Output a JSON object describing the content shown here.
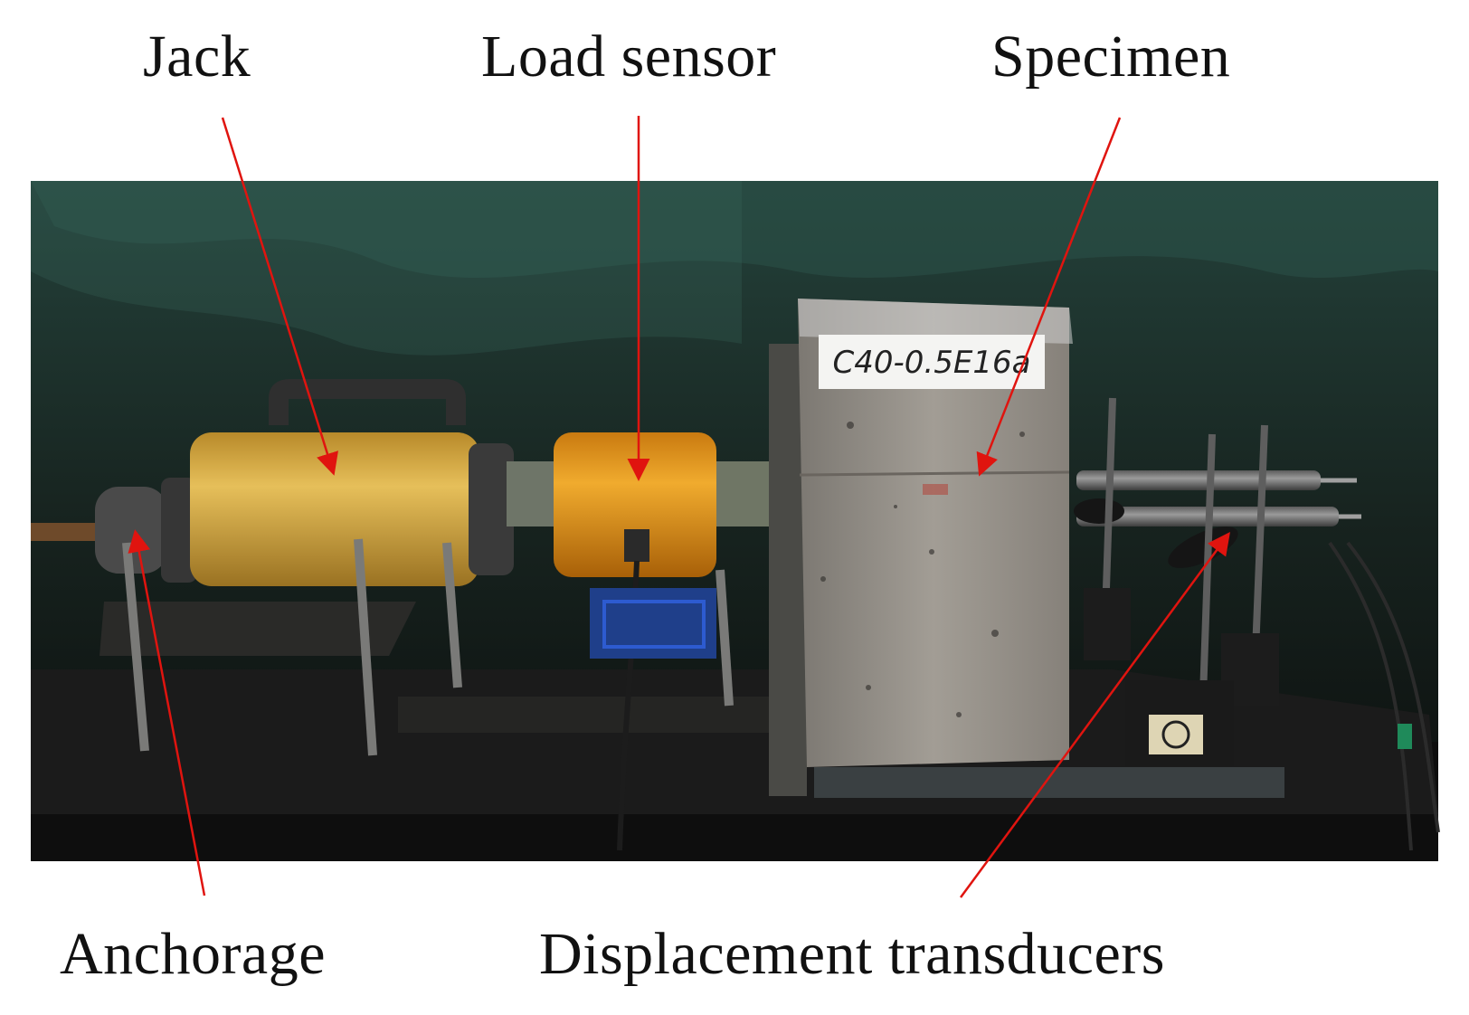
{
  "labels": {
    "jack": "Jack",
    "load_sensor": "Load sensor",
    "specimen": "Specimen",
    "anchorage": "Anchorage",
    "displacement_transducers": "Displacement transducers"
  },
  "specimen_tag": "C40-0.5E16a",
  "colors": {
    "annotation": "#e0140f",
    "jack_body": "#d8a83a",
    "load_sensor_body": "#e39a1c",
    "specimen": "#8f8a83",
    "background": "#1d2e2a"
  }
}
